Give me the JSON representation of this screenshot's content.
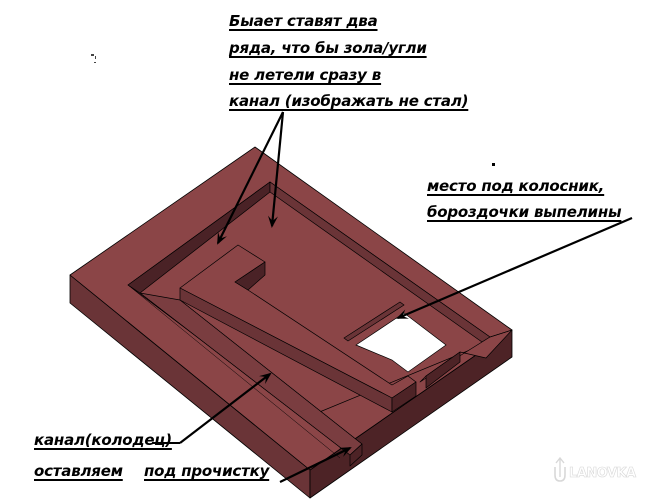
{
  "annotations": {
    "top_note": {
      "lines": [
        "Быает ставят два",
        "ряда, что бы зола/угли",
        "не летели сразу в",
        "канал (изображать не стал)"
      ]
    },
    "grate_note": {
      "lines": [
        "место под колосник,",
        "бороздочки выпелины"
      ]
    },
    "channel_note": {
      "line1": "канал(колодец)",
      "line2_word1": "оставляем",
      "line2_word2": "под прочистку"
    }
  },
  "watermark": {
    "text": "LANOVKA",
    "icon": "u-arrow-logo-icon"
  },
  "colors": {
    "top_face": "#8b4547",
    "left_face": "#6a3437",
    "right_face": "#4d2326",
    "groove_shadow": "#4a2226",
    "outline": "#000000",
    "opening": "#ffffff"
  }
}
